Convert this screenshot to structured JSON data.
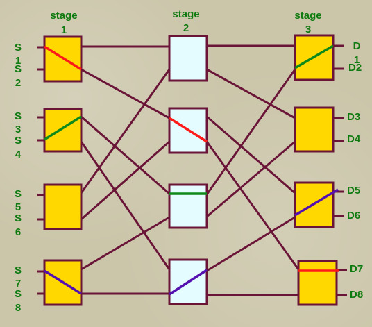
{
  "stage_labels": [
    {
      "word": "stage",
      "num": "1"
    },
    {
      "word": "stage",
      "num": "2"
    },
    {
      "word": "stage",
      "num": "3"
    }
  ],
  "sources": [
    {
      "letter": "S",
      "num": "1"
    },
    {
      "letter": "S",
      "num": "2"
    },
    {
      "letter": "S",
      "num": "3"
    },
    {
      "letter": "S",
      "num": "4"
    },
    {
      "letter": "S",
      "num": "5"
    },
    {
      "letter": "S",
      "num": "6"
    },
    {
      "letter": "S",
      "num": "7"
    },
    {
      "letter": "S",
      "num": "8"
    }
  ],
  "destinations": {
    "d1_letter": "D",
    "d1_num": "1",
    "others": [
      "D2",
      "D3",
      "D4",
      "D5",
      "D6",
      "D7",
      "D8"
    ]
  },
  "colors": {
    "background": "#cbc6aa",
    "label_green": "#0f7a10",
    "wire": "#6a1538",
    "switch_yellow": "#ffd800",
    "switch_cyan": "#e4fbff",
    "path_red": "#ff1a1a",
    "path_green": "#0f8a1a",
    "path_purple": "#5510b0"
  }
}
